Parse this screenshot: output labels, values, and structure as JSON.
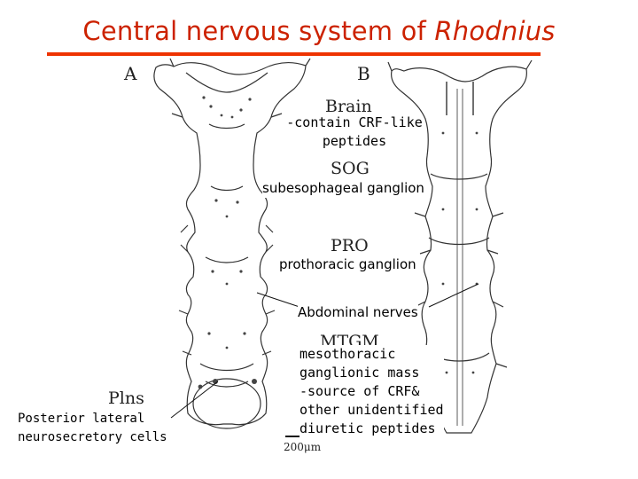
{
  "title": {
    "plain": "Central nervous system of ",
    "italic": "Rhodnius"
  },
  "panel_labels": {
    "a": "A",
    "b": "B"
  },
  "structure_labels": {
    "brain": "Brain",
    "sog": "SOG",
    "pro": "PRO",
    "mtgm": "MTGM",
    "plns": "Plns"
  },
  "annotations": {
    "brain_note": [
      "-contain CRF-like",
      "peptides"
    ],
    "sog_note": "subesophageal ganglion",
    "pro_note": "prothoracic ganglion",
    "abdominal": "Abdominal nerves",
    "mtgm_note": [
      "mesothoracic",
      "ganglionic mass",
      "-source of CRF&",
      "other unidentified",
      "diuretic peptides"
    ],
    "plns_note": [
      "Posterior lateral",
      "neurosecretory cells"
    ]
  },
  "scale_bar": "200μm",
  "colors": {
    "title": "#cc2200",
    "rule": "#ee3300",
    "drawing": "#333333"
  }
}
